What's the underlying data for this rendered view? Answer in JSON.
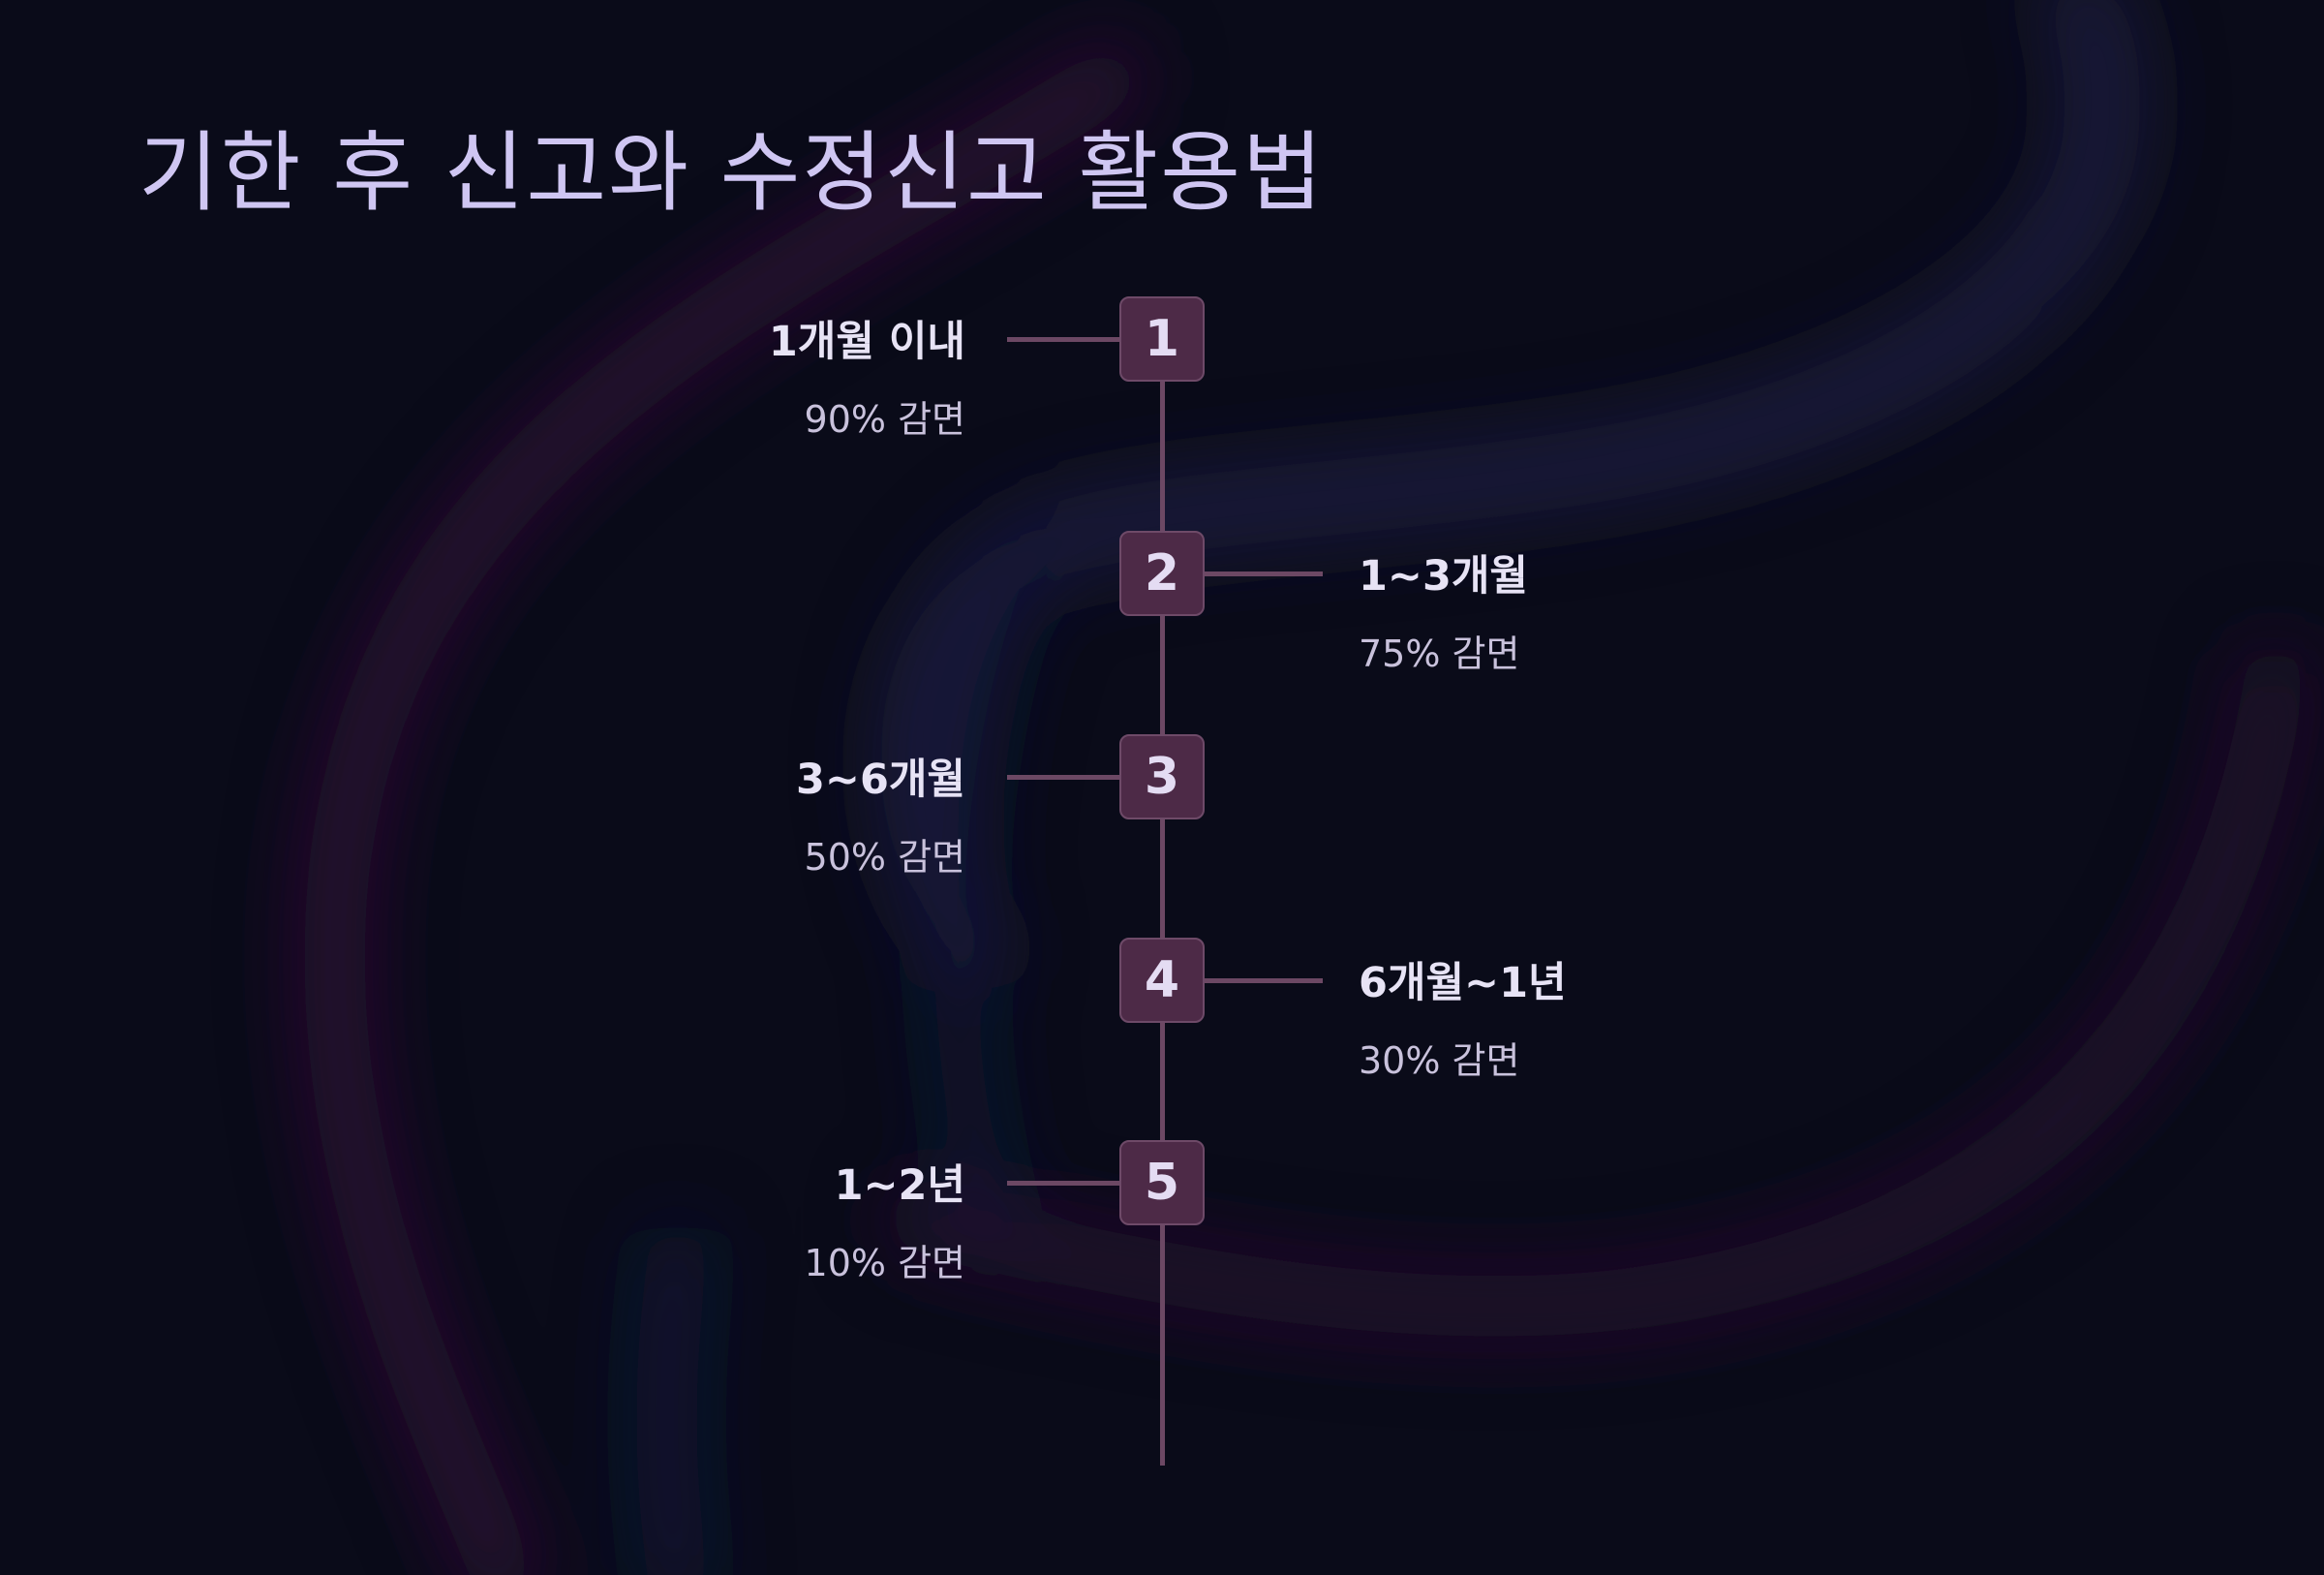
{
  "title": "기한 후 신고와 수정신고 활용법",
  "steps": [
    {
      "number": "1",
      "period": "1개월 이내",
      "reduction": "90% 감면"
    },
    {
      "number": "2",
      "period": "1~3개월",
      "reduction": "75% 감면"
    },
    {
      "number": "3",
      "period": "3~6개월",
      "reduction": "50% 감면"
    },
    {
      "number": "4",
      "period": "6개월~1년",
      "reduction": "30% 감면"
    },
    {
      "number": "5",
      "period": "1~2년",
      "reduction": "10% 감면"
    }
  ],
  "colors": {
    "background": "#0a0b19",
    "title": "#cfc6f2",
    "step_box": "#4d2a47",
    "line": "#6c4864"
  }
}
